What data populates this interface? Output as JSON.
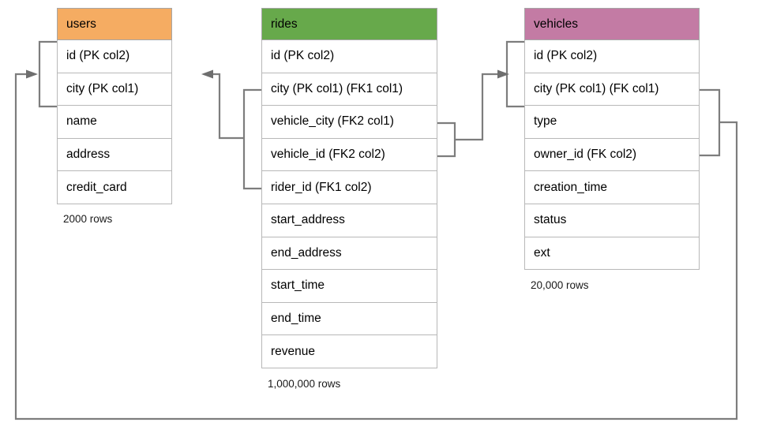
{
  "diagram": {
    "type": "entity-relationship-diagram",
    "title": "",
    "line_color": "#7d7d7d",
    "tables": [
      {
        "id": "users",
        "name": "users",
        "header_color": "#f5ac62",
        "row_count_label": "2000 rows",
        "columns": [
          "id (PK col2)",
          "city (PK col1)",
          "name",
          "address",
          "credit_card"
        ]
      },
      {
        "id": "rides",
        "name": "rides",
        "header_color": "#67a94b",
        "row_count_label": "1,000,000 rows",
        "columns": [
          "id (PK col2)",
          "city (PK col1) (FK1 col1)",
          "vehicle_city (FK2 col1)",
          "vehicle_id (FK2 col2)",
          "rider_id (FK1 col2)",
          "start_address",
          "end_address",
          "start_time",
          "end_time",
          "revenue"
        ]
      },
      {
        "id": "vehicles",
        "name": "vehicles",
        "header_color": "#c37ba4",
        "row_count_label": "20,000 rows",
        "columns": [
          "id (PK col2)",
          "city (PK col1) (FK col1)",
          "type",
          "owner_id (FK col2)",
          "creation_time",
          "status",
          "ext"
        ]
      }
    ],
    "relationships": [
      {
        "name": "rides-rider-to-users",
        "from_table": "rides",
        "from_columns": [
          "city (PK col1) (FK1 col1)",
          "rider_id (FK1 col2)"
        ],
        "to_table": "users",
        "to_columns": [
          "id (PK col2)",
          "city (PK col1)"
        ],
        "arrow_direction": "left"
      },
      {
        "name": "rides-vehicle-to-vehicles",
        "from_table": "rides",
        "from_columns": [
          "vehicle_city (FK2 col1)",
          "vehicle_id (FK2 col2)"
        ],
        "to_table": "vehicles",
        "to_columns": [
          "id (PK col2)",
          "city (PK col1) (FK col1)"
        ],
        "arrow_direction": "right"
      },
      {
        "name": "vehicles-owner-to-users",
        "from_table": "vehicles",
        "from_columns": [
          "city (PK col1) (FK col1)",
          "owner_id (FK col2)"
        ],
        "to_table": "users",
        "to_columns": [
          "id (PK col2)",
          "city (PK col1)"
        ],
        "arrow_direction": "right"
      }
    ]
  }
}
